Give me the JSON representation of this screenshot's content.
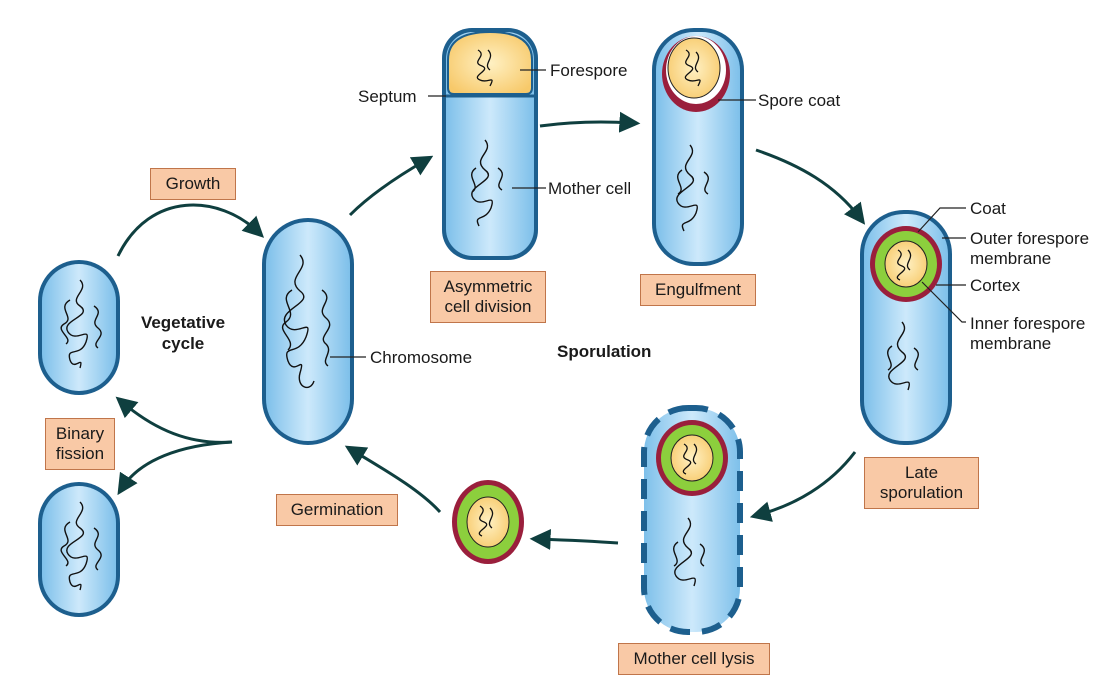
{
  "labels": {
    "growth": "Growth",
    "vegetative_cycle": "Vegetative\ncycle",
    "binary_fission": "Binary\nfission",
    "chromosome": "Chromosome",
    "septum": "Septum",
    "forespore": "Forespore",
    "mother_cell": "Mother cell",
    "asymmetric_cell_division": "Asymmetric\ncell division",
    "spore_coat": "Spore coat",
    "engulfment": "Engulfment",
    "sporulation": "Sporulation",
    "coat": "Coat",
    "outer_forespore_membrane": "Outer forespore\nmembrane",
    "cortex": "Cortex",
    "inner_forespore_membrane": "Inner forespore\nmembrane",
    "late_sporulation": "Late\nsporulation",
    "mother_cell_lysis": "Mother cell lysis",
    "germination": "Germination"
  },
  "colors": {
    "cell_fill": "#a9d6f2",
    "cell_outline": "#1d5f8e",
    "forespore_fill": "#fbd98c",
    "coat": "#9a1f3c",
    "cortex": "#8ccf3d",
    "arrow": "#0f3f3f",
    "label_box": "#f9c9a6"
  }
}
